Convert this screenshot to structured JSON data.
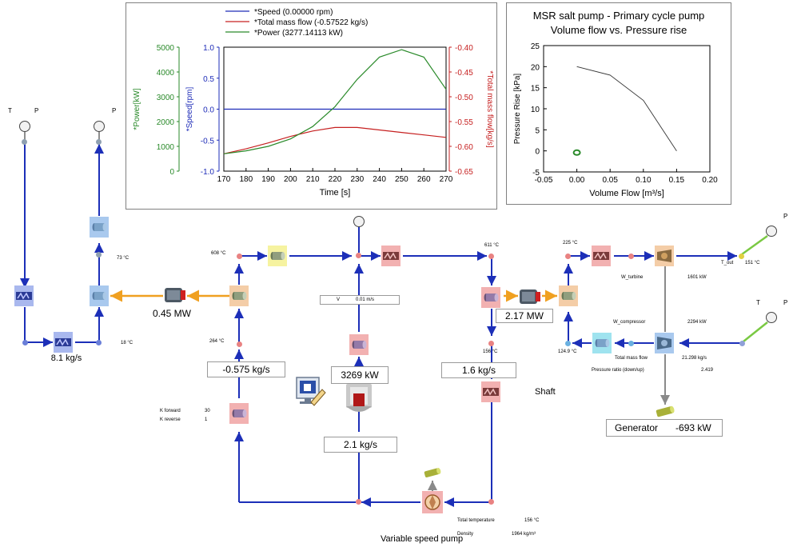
{
  "colors": {
    "line_blue": "#1c2fb8",
    "line_orange": "#f0a020",
    "line_gray": "#8a8a8a",
    "line_green": "#7ac943",
    "speed": "#1e2cb8",
    "mass": "#c62020",
    "power": "#2a8a2a"
  },
  "chart_data": [
    {
      "type": "line",
      "legend": [
        "*Speed (0.00000 rpm)",
        "*Total mass flow (-0.57522 kg/s)",
        "*Power (3277.14113 kW)"
      ],
      "xlabel": "Time [s]",
      "xlim": [
        170,
        270
      ],
      "x_ticks": [
        "170",
        "180",
        "190",
        "200",
        "210",
        "220",
        "230",
        "240",
        "250",
        "260",
        "270"
      ],
      "y_power": {
        "label": "*Power[kW]",
        "ticks": [
          "5000",
          "4000",
          "3000",
          "2000",
          "1000",
          "0"
        ],
        "lim": [
          0,
          5000
        ]
      },
      "y_speed": {
        "label": "*Speed[rpm]",
        "ticks": [
          "1.0",
          "0.5",
          "0.0",
          "-0.5",
          "-1.0"
        ],
        "lim": [
          -1,
          1
        ]
      },
      "y_mass": {
        "label": "*Total mass flow[kg/s]",
        "ticks": [
          "-0.40",
          "-0.45",
          "-0.50",
          "-0.55",
          "-0.60",
          "-0.65"
        ],
        "lim": [
          -0.65,
          -0.4
        ]
      },
      "grid": false,
      "legend_position": "top",
      "series": [
        {
          "name": "*Speed (0.00000 rpm)",
          "axis": "speed",
          "x": [
            170,
            270
          ],
          "y": [
            0,
            0
          ]
        },
        {
          "name": "*Total mass flow (-0.57522 kg/s)",
          "axis": "mass",
          "x": [
            170,
            180,
            190,
            200,
            210,
            220,
            230,
            240,
            250,
            260,
            270
          ],
          "y": [
            -0.615,
            -0.605,
            -0.593,
            -0.58,
            -0.569,
            -0.562,
            -0.562,
            -0.567,
            -0.572,
            -0.577,
            -0.582
          ]
        },
        {
          "name": "*Power (3277.14113 kW)",
          "axis": "power",
          "x": [
            170,
            180,
            190,
            200,
            210,
            220,
            230,
            240,
            250,
            260,
            270
          ],
          "y": [
            700,
            820,
            1000,
            1300,
            1800,
            2600,
            3700,
            4600,
            4900,
            4600,
            3300
          ]
        }
      ]
    },
    {
      "type": "line",
      "title": "MSR salt pump - Primary cycle pump",
      "subtitle": "Volume flow vs. Pressure rise",
      "xlabel": "Volume Flow [m³/s]",
      "ylabel": "Pressure Rise [kPa]",
      "xlim": [
        -0.05,
        0.2
      ],
      "ylim": [
        -5,
        25
      ],
      "x_ticks": [
        "-0.05",
        "0.00",
        "0.05",
        "0.10",
        "0.15",
        "0.20"
      ],
      "y_ticks": [
        "25",
        "20",
        "15",
        "10",
        "5",
        "0",
        "-5"
      ],
      "grid": false,
      "series": [
        {
          "x": [
            0.0,
            0.05,
            0.1,
            0.15
          ],
          "y": [
            20,
            18,
            12,
            0
          ]
        }
      ],
      "operating_point": {
        "x": 0.0,
        "y": -0.4
      }
    }
  ],
  "labels": {
    "tp_left_T": "T",
    "tp_left_P": "P",
    "p_second": "P",
    "t73": "73 °C",
    "t18": "18 °C",
    "t608": "608 °C",
    "t264": "264 °C",
    "kforward": "K forward",
    "kforward_val": "30",
    "kreverse": "K reverse",
    "kreverse_val": "1",
    "v_label": "V",
    "v_value": "0.01 m/s",
    "t611": "611 °C",
    "t156a": "156 °C",
    "t225": "225 °C",
    "w_turbine": "W_turbine",
    "w_turbine_val": "1601 kW",
    "t_out": "T_out",
    "t_out_val": "151 °C",
    "p_right_top": "P",
    "w_compressor": "W_compressor",
    "w_compressor_val": "2294 kW",
    "tp_right_T": "T",
    "tp_right_P": "P",
    "t1249": "124.9 °C",
    "total_mass_flow": "Total mass flow",
    "total_mass_flow_val": "21.298 kg/s",
    "pressure_ratio": "Pressure ratio (down/up)",
    "pressure_ratio_val": "2.419",
    "shaft": "Shaft",
    "total_temperature": "Total temperature",
    "total_temperature_val": "156 °C",
    "density": "Density",
    "density_val": "1964 kg/m³",
    "variable_speed_pump": "Variable speed pump"
  },
  "boxes": {
    "mw045": "0.45 MW",
    "kgs81": "8.1 kg/s",
    "kgs0575": "-0.575 kg/s",
    "kw3269": "3269 kW",
    "kgs21": "2.1 kg/s",
    "kgs16": "1.6 kg/s",
    "mw217": "2.17 MW",
    "generator": "Generator",
    "generator_val": "-693 kW"
  }
}
